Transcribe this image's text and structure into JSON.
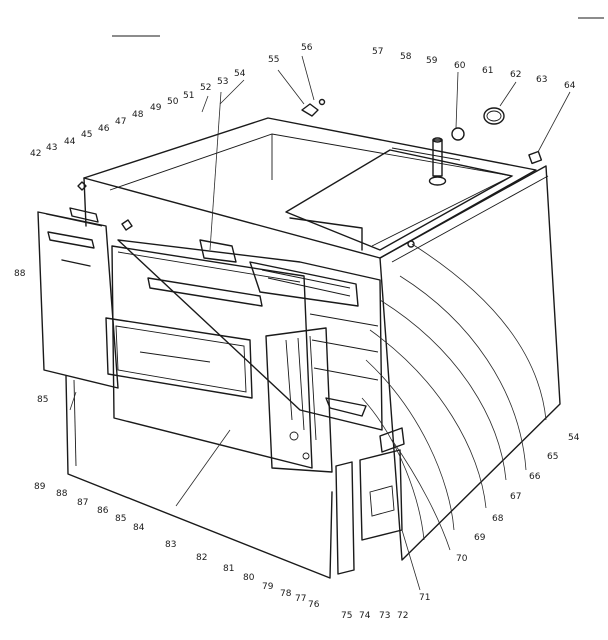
{
  "diagram": {
    "callouts": [
      "42",
      "43",
      "44",
      "45",
      "46",
      "47",
      "48",
      "49",
      "50",
      "51",
      "52",
      "53",
      "54",
      "55",
      "56",
      "57",
      "58",
      "59",
      "60",
      "61",
      "62",
      "63",
      "64",
      "88",
      "85",
      "89",
      "88",
      "87",
      "86",
      "85",
      "84",
      "83",
      "82",
      "81",
      "80",
      "79",
      "78",
      "77",
      "76",
      "75",
      "74",
      "73",
      "72",
      "71",
      "70",
      "69",
      "68",
      "67",
      "66",
      "65",
      "54"
    ]
  }
}
